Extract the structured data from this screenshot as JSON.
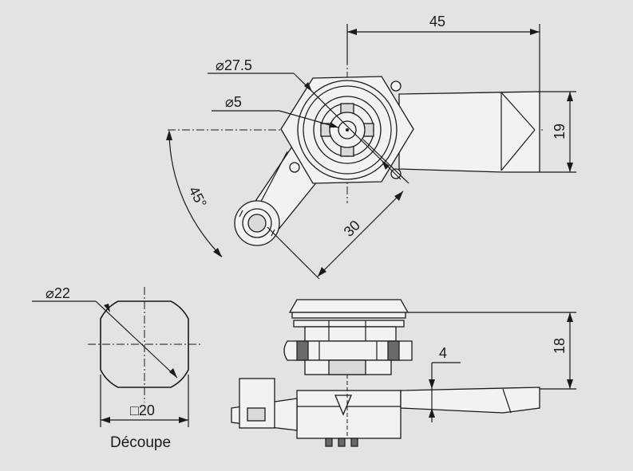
{
  "dimensions": {
    "width_45": "45",
    "dia_27_5": "27.5",
    "dia_5": "5",
    "height_19": "19",
    "angle_45": "45°",
    "length_30": "30",
    "dia_22": "22",
    "square_20": "20",
    "height_18": "18",
    "offset_4": "4"
  },
  "symbols": {
    "diameter": "⌀",
    "square": "□"
  },
  "caption": "Découpe",
  "colors": {
    "background": "#e3e3e3",
    "line": "#1a1a1a"
  }
}
